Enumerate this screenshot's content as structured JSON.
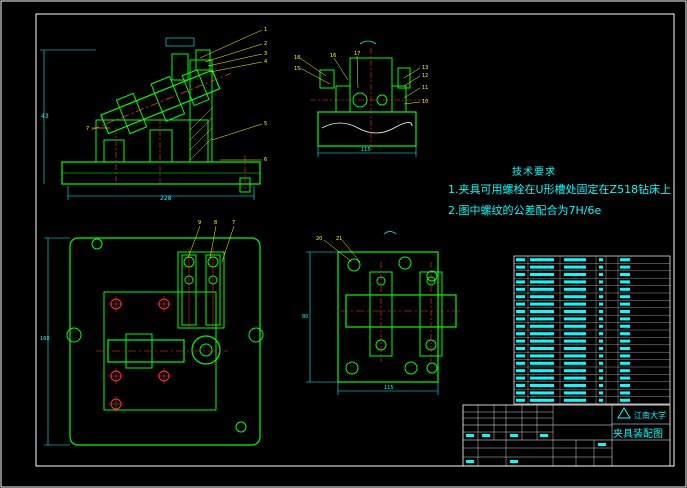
{
  "colors": {
    "background": "#000000",
    "frame": "#ffffff",
    "outline": "#00ff00",
    "center": "#ff3030",
    "dim": "#00ffff",
    "leader": "#ffff00",
    "text": "#00ffff",
    "notes": "#00ffff"
  },
  "front_view": {
    "dims": {
      "width": "228",
      "height": "43"
    },
    "callouts": [
      "1",
      "2",
      "3",
      "4",
      "5",
      "6",
      "7"
    ]
  },
  "side_view": {
    "dims": {
      "width": "115"
    },
    "callouts": [
      "18",
      "15",
      "16",
      "17",
      "13",
      "12",
      "11",
      "10"
    ]
  },
  "plan_view": {
    "dims": {
      "height": "160"
    },
    "callouts": [
      "9",
      "8",
      "7"
    ]
  },
  "detail_view": {
    "dims": {
      "width": "115",
      "height": "80"
    },
    "callouts": [
      "20",
      "21"
    ]
  },
  "notes": {
    "title": "技术要求",
    "items": [
      "1.夹具可用螺栓在U形槽处固定在Z518钻床上",
      "2.图中螺纹的公差配合为7H/6e"
    ]
  },
  "title_block": {
    "university": "江南大学",
    "drawing_name": "夹具装配图"
  }
}
